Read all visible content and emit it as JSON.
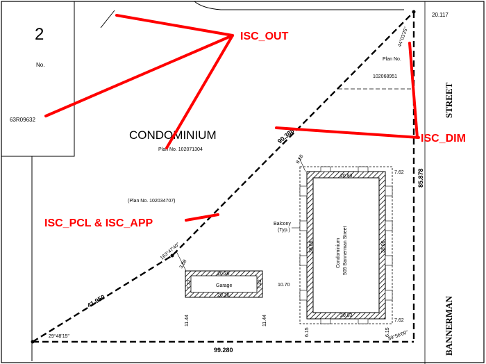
{
  "frame": {
    "border_color": "#000000",
    "background": "#ffffff"
  },
  "lot_panel": {
    "number": "2",
    "no_label": "No.",
    "plan_ref": "63R09632"
  },
  "top_right_number": "20.117",
  "condo_block": {
    "title": "CONDOMINIUM",
    "plan": "Plan No. 102071304"
  },
  "plan_no_right": {
    "label": "Plan No.",
    "number": "102068951"
  },
  "plan_mid": "(Plan No. 102034707)",
  "dimensions": {
    "diagonal_upper": "90.388",
    "diagonal_lower": "41.950",
    "right_side": "85.878",
    "bottom": "99.280",
    "angle_top": "44°03'25\"",
    "angle_mid": "163°47'40\"",
    "angle_bottom_left": "29°48'15\"",
    "angle_bottom_right": "89°56'00\"",
    "offset_858": "8.58",
    "offset_388": "3.88",
    "offset_762_top": "7.62",
    "offset_762_bottom": "7.62",
    "offset_1070": "10.70",
    "offset_615_left": "6.15",
    "offset_615_right": "6.15",
    "offset_1144_left": "11.44",
    "offset_1144_right": "11.44"
  },
  "building": {
    "name": "Condominium",
    "address": "505 Bannerman Street",
    "top_width": "20.83",
    "bottom_width": "20.83",
    "left_height": "38.06",
    "right_height": "38.06",
    "balcony": "Balcony",
    "typ": "(Typ.)"
  },
  "garage": {
    "label": "Garage",
    "top_width": "20.36",
    "bottom_width": "20.36",
    "left_height": "7.32",
    "right_height": "7.32"
  },
  "streets": {
    "right_top": "STREET",
    "right_bottom": "BANNERMAN"
  },
  "callouts": {
    "isc_out": "ISC_OUT",
    "isc_dim": "ISC_DIM",
    "isc_pcl": "ISC_PCL & ISC_APP",
    "color": "#ff0000"
  }
}
